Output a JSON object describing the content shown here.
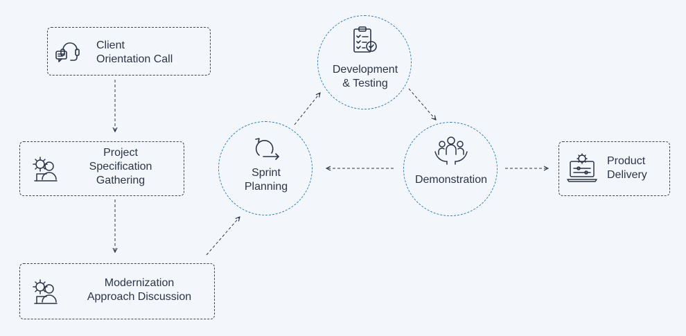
{
  "nodes": {
    "client_call": {
      "label": "Client\nOrientation Call",
      "icon": "headset-chat-icon"
    },
    "project_spec": {
      "label": "Project\nSpecification\nGathering",
      "icon": "person-gear-laptop-icon"
    },
    "modernization": {
      "label": "Modernization\nApproach Discussion",
      "icon": "person-gear-laptop-icon"
    },
    "sprint_planning": {
      "label": "Sprint\nPlanning",
      "icon": "sprint-cycle-icon"
    },
    "development_testing": {
      "label": "Development\n& Testing",
      "icon": "checklist-clipboard-icon"
    },
    "demonstration": {
      "label": "Demonstration",
      "icon": "team-hands-icon"
    },
    "product_delivery": {
      "label": "Product\nDelivery",
      "icon": "laptop-gear-icon"
    }
  },
  "colors": {
    "background": "#f3f7fb",
    "box_border": "#3c4452",
    "circle_border": "#2e7fb4",
    "text": "#2b3445",
    "arrow": "#2b3445"
  }
}
